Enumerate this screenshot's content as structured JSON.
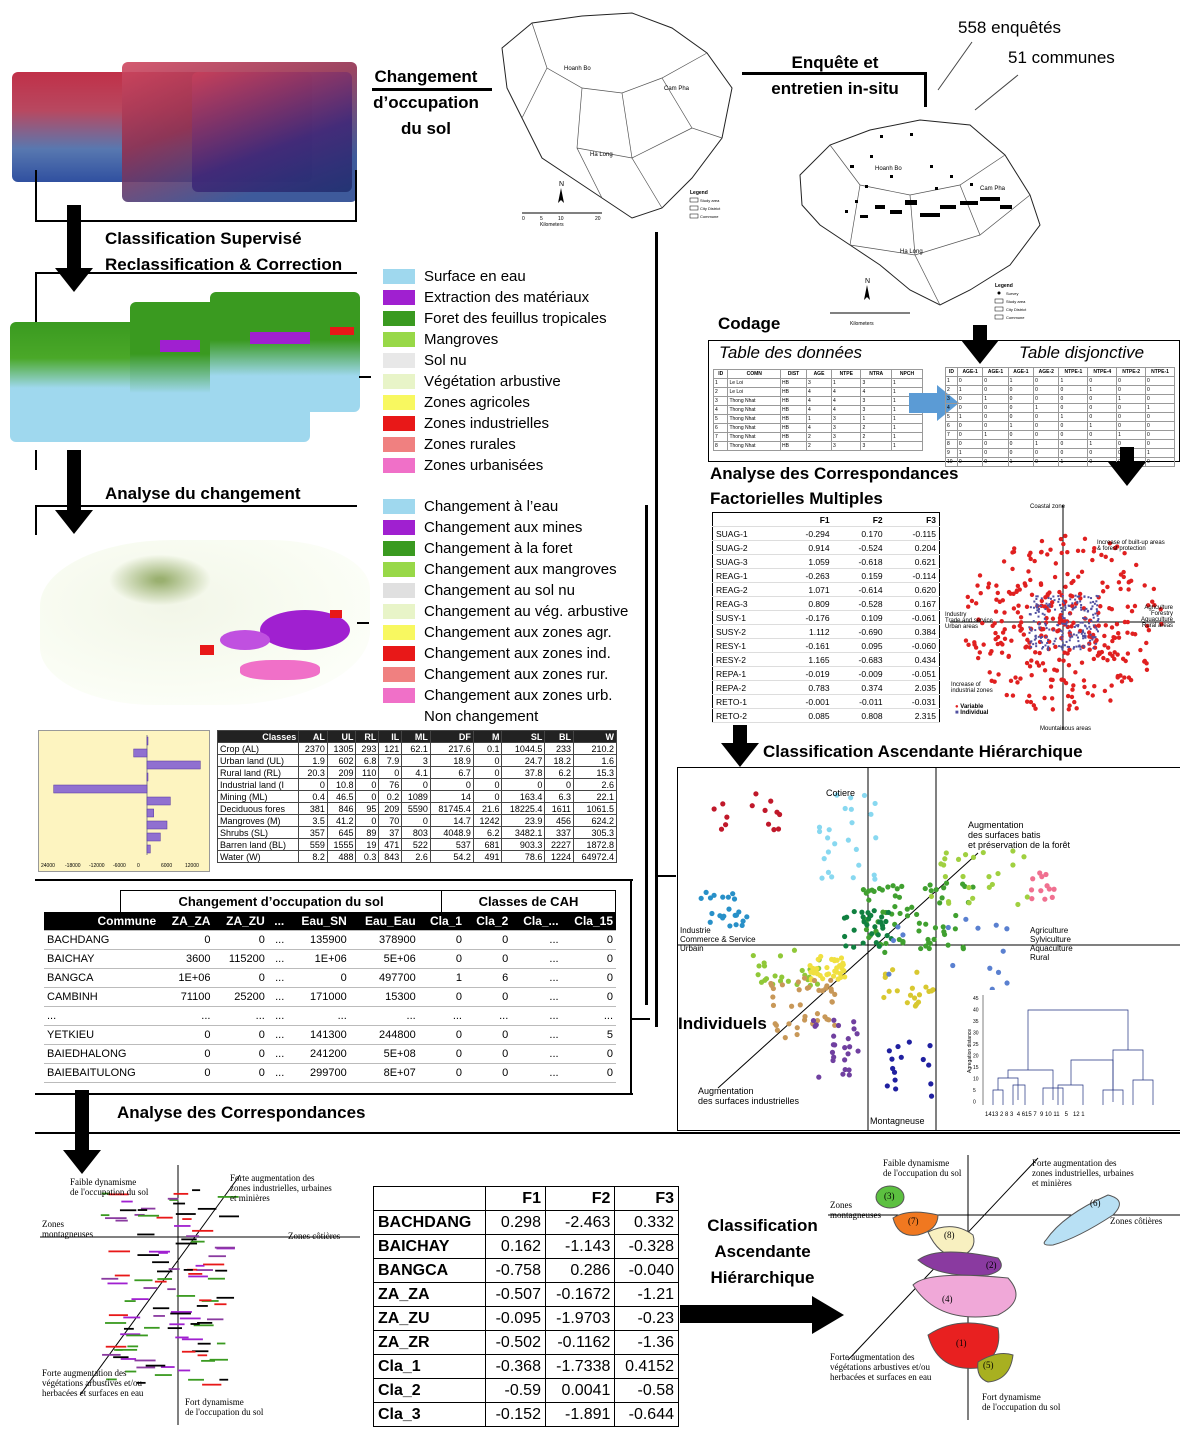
{
  "headings": {
    "changement": [
      "Changement",
      "d’occupation",
      "du sol"
    ],
    "enquete": [
      "Enquête et",
      "entretien in-situ"
    ],
    "stats": [
      "558 enquêtés",
      "51 communes"
    ],
    "classification": [
      "Classification Supervisé",
      "Reclassification & Correction"
    ],
    "analyse_changement": "Analyse du changement",
    "codage": "Codage",
    "table_donnees": "Table des données",
    "table_disjonctive": "Table disjonctive",
    "afcm": [
      "Analyse des Correspondances",
      "Factorielles Multiples"
    ],
    "cah": "Classification Ascendante Hiérarchique",
    "analyse_corresp": "Analyse des Correspondances",
    "cah_bottom": [
      "Classification",
      "Ascendante",
      "Hiérarchique"
    ],
    "individuels": "Individuels"
  },
  "map_labels": {
    "hoanh_bo": "Hoanh Bo",
    "cam_pha": "Cam Pha",
    "ha_long": "Ha Long",
    "legend": "Legend",
    "study_area": "Study area",
    "city_district": "City District",
    "commune": "Commune",
    "survey": "Survey",
    "kilometers": "Kilometers",
    "north": "N",
    "scale": [
      "0",
      "5",
      "10",
      "20"
    ]
  },
  "legend1": [
    {
      "label": "Surface en eau",
      "color": "#9fd8ee"
    },
    {
      "label": "Extraction des matériaux",
      "color": "#a020d0"
    },
    {
      "label": "Foret des feuillus tropicales",
      "color": "#3a9a20"
    },
    {
      "label": "Mangroves",
      "color": "#98d848"
    },
    {
      "label": "Sol nu",
      "color": "#e8e8e8"
    },
    {
      "label": "Végétation arbustive",
      "color": "#e8f4c8"
    },
    {
      "label": "Zones agricoles",
      "color": "#f8f860"
    },
    {
      "label": "Zones industrielles",
      "color": "#e81818"
    },
    {
      "label": "Zones rurales",
      "color": "#f08080"
    },
    {
      "label": "Zones urbanisées",
      "color": "#f070c8"
    }
  ],
  "legend2": [
    {
      "label": "Changement  à l’eau",
      "color": "#9fd8ee"
    },
    {
      "label": "Changement aux mines",
      "color": "#a020d0"
    },
    {
      "label": "Changement  à la foret",
      "color": "#3a9a20"
    },
    {
      "label": "Changement aux mangroves",
      "color": "#98d848"
    },
    {
      "label": "Changement  au sol nu",
      "color": "#e0e0e0"
    },
    {
      "label": "Changement  au vég. arbustive",
      "color": "#e8f4c8"
    },
    {
      "label": "Changement aux zones agr.",
      "color": "#f8f860"
    },
    {
      "label": "Changement aux zones ind.",
      "color": "#e81818"
    },
    {
      "label": "Changement aux zones rur.",
      "color": "#f08080"
    },
    {
      "label": "Changement aux zones urb.",
      "color": "#f070c8"
    },
    {
      "label": "Non changement",
      "color": ""
    }
  ],
  "bar_chart": {
    "values": [
      0,
      -4000,
      16000,
      0,
      -28000,
      7000,
      2000,
      6000,
      4000,
      1000
    ],
    "ticks": [
      "24000",
      "-18000",
      "-12000",
      "-6000",
      "0",
      "6000",
      "12000"
    ]
  },
  "class_table": {
    "headers": [
      "Classes",
      "AL",
      "UL",
      "RL",
      "IL",
      "ML",
      "DF",
      "M",
      "SL",
      "BL",
      "W"
    ],
    "rows": [
      [
        "Crop (AL)",
        "2370",
        "1305",
        "293",
        "121",
        "62.1",
        "217.6",
        "0.1",
        "1044.5",
        "233",
        "210.2"
      ],
      [
        "Urban land (UL)",
        "1.9",
        "602",
        "6.8",
        "7.9",
        "3",
        "18.9",
        "0",
        "24.7",
        "18.2",
        "1.6"
      ],
      [
        "Rural land (RL)",
        "20.3",
        "209",
        "110",
        "0",
        "4.1",
        "6.7",
        "0",
        "37.8",
        "6.2",
        "15.3"
      ],
      [
        "Industrial land (I",
        "0",
        "10.8",
        "0",
        "76",
        "0",
        "0",
        "0",
        "0",
        "0",
        "2.6"
      ],
      [
        "Mining (ML)",
        "0.4",
        "46.5",
        "0",
        "0.2",
        "1089",
        "14",
        "0",
        "163.4",
        "6.3",
        "22.1"
      ],
      [
        "Deciduous fores",
        "381",
        "846",
        "95",
        "209",
        "5590",
        "81745.4",
        "21.6",
        "18225.4",
        "1611",
        "1061.5"
      ],
      [
        "Mangroves (M)",
        "3.5",
        "41.2",
        "0",
        "70",
        "0",
        "14.7",
        "1242",
        "23.9",
        "456",
        "624.2"
      ],
      [
        "Shrubs (SL)",
        "357",
        "645",
        "89",
        "37",
        "803",
        "4048.9",
        "6.2",
        "3482.1",
        "337",
        "305.3"
      ],
      [
        "Barren land (BL)",
        "559",
        "1555",
        "19",
        "471",
        "522",
        "537",
        "681",
        "903.3",
        "2227",
        "1872.8"
      ],
      [
        "Water (W)",
        "8.2",
        "488",
        "0.3",
        "843",
        "2.6",
        "54.2",
        "491",
        "78.6",
        "1224",
        "64972.4"
      ]
    ]
  },
  "big_table": {
    "group1": "Changement d’occupation du sol",
    "group2": "Classes de CAH",
    "headers": [
      "Commune",
      "ZA_ZA",
      "ZA_ZU",
      "...",
      "Eau_SN",
      "Eau_Eau",
      "Cla_1",
      "Cla_2",
      "Cla_...",
      "Cla_15"
    ],
    "rows": [
      [
        "BACHDANG",
        "0",
        "0",
        "...",
        "135900",
        "378900",
        "0",
        "0",
        "...",
        "0"
      ],
      [
        "BAICHAY",
        "3600",
        "115200",
        "...",
        "1E+06",
        "5E+06",
        "0",
        "0",
        "...",
        "0"
      ],
      [
        "BANGCA",
        "1E+06",
        "0",
        "...",
        "0",
        "497700",
        "1",
        "6",
        "...",
        "0"
      ],
      [
        "CAMBINH",
        "71100",
        "25200",
        "...",
        "171000",
        "15300",
        "0",
        "0",
        "...",
        "0"
      ],
      [
        "...",
        "...",
        "...",
        "...",
        "...",
        "...",
        "...",
        "...",
        "...",
        "..."
      ],
      [
        "YETKIEU",
        "0",
        "0",
        "...",
        "141300",
        "244800",
        "0",
        "0",
        "...",
        "5"
      ],
      [
        "BAIEDHALONG",
        "0",
        "0",
        "...",
        "241200",
        "5E+08",
        "0",
        "0",
        "...",
        "0"
      ],
      [
        "BAIEBAITULONG",
        "0",
        "0",
        "...",
        "299700",
        "8E+07",
        "0",
        "0",
        "...",
        "0"
      ]
    ]
  },
  "f_table": {
    "headers": [
      "",
      "F1",
      "F2",
      "F3"
    ],
    "rows": [
      [
        "BACHDANG",
        "0.298",
        "-2.463",
        "0.332"
      ],
      [
        "BAICHAY",
        "0.162",
        "-1.143",
        "-0.328"
      ],
      [
        "BANGCA",
        "-0.758",
        "0.286",
        "-0.040"
      ],
      [
        "ZA_ZA",
        "-0.507",
        "-0.1672",
        "-1.21"
      ],
      [
        "ZA_ZU",
        "-0.095",
        "-1.9703",
        "-0.23"
      ],
      [
        "ZA_ZR",
        "-0.502",
        "-0.1162",
        "-1.36"
      ],
      [
        "Cla_1",
        "-0.368",
        "-1.7338",
        "0.4152"
      ],
      [
        "Cla_2",
        "-0.59",
        "0.0041",
        "-0.58"
      ],
      [
        "Cla_3",
        "-0.152",
        "-1.891",
        "-0.644"
      ]
    ]
  },
  "afcm_table": {
    "headers": [
      "",
      "F1",
      "F2",
      "F3"
    ],
    "rows": [
      [
        "SUAG-1",
        "-0.294",
        "0.170",
        "-0.115"
      ],
      [
        "SUAG-2",
        "0.914",
        "-0.524",
        "0.204"
      ],
      [
        "SUAG-3",
        "1.059",
        "-0.618",
        "0.621"
      ],
      [
        "REAG-1",
        "-0.263",
        "0.159",
        "-0.114"
      ],
      [
        "REAG-2",
        "1.071",
        "-0.614",
        "0.620"
      ],
      [
        "REAG-3",
        "0.809",
        "-0.528",
        "0.167"
      ],
      [
        "SUSY-1",
        "-0.176",
        "0.109",
        "-0.061"
      ],
      [
        "SUSY-2",
        "1.112",
        "-0.690",
        "0.384"
      ],
      [
        "RESY-1",
        "-0.161",
        "0.095",
        "-0.060"
      ],
      [
        "RESY-2",
        "1.165",
        "-0.683",
        "0.434"
      ],
      [
        "REPA-1",
        "-0.019",
        "-0.009",
        "-0.051"
      ],
      [
        "REPA-2",
        "0.783",
        "0.374",
        "2.035"
      ],
      [
        "RETO-1",
        "-0.001",
        "-0.011",
        "-0.031"
      ],
      [
        "RETO-2",
        "0.085",
        "0.808",
        "2.315"
      ]
    ]
  },
  "data_table": {
    "headers": [
      "ID",
      "COMN",
      "DIST",
      "AGE",
      "NTPE",
      "NTRA",
      "NPCH"
    ],
    "rows": [
      [
        "1",
        "Le Loi",
        "HB",
        "3",
        "1",
        "3",
        "1"
      ],
      [
        "2",
        "Le Loi",
        "HB",
        "4",
        "4",
        "4",
        "1"
      ],
      [
        "3",
        "Thong Nhat",
        "HB",
        "4",
        "4",
        "3",
        "1"
      ],
      [
        "4",
        "Thong Nhat",
        "HB",
        "4",
        "4",
        "3",
        "1"
      ],
      [
        "5",
        "Thong Nhat",
        "HB",
        "1",
        "3",
        "1",
        "1"
      ],
      [
        "6",
        "Thong Nhat",
        "HB",
        "4",
        "3",
        "2",
        "1"
      ],
      [
        "7",
        "Thong Nhat",
        "HB",
        "2",
        "3",
        "2",
        "1"
      ],
      [
        "8",
        "Thong Nhat",
        "HB",
        "2",
        "3",
        "3",
        "1"
      ]
    ]
  },
  "disj_table": {
    "headers": [
      "ID",
      "AGE-1",
      "AGE-1",
      "AGE-1",
      "AGE-2",
      "NTPE-1",
      "NTPE-4",
      "NTPE-2",
      "NTPE-1"
    ],
    "rows": [
      [
        "1",
        "0",
        "0",
        "1",
        "0",
        "1",
        "0",
        "0",
        "0"
      ],
      [
        "2",
        "1",
        "0",
        "0",
        "0",
        "0",
        "1",
        "0",
        "0"
      ],
      [
        "3",
        "0",
        "1",
        "0",
        "0",
        "0",
        "0",
        "1",
        "0"
      ],
      [
        "4",
        "0",
        "0",
        "0",
        "1",
        "0",
        "0",
        "0",
        "1"
      ],
      [
        "5",
        "1",
        "0",
        "0",
        "0",
        "1",
        "0",
        "0",
        "0"
      ],
      [
        "6",
        "0",
        "0",
        "1",
        "0",
        "0",
        "1",
        "0",
        "0"
      ],
      [
        "7",
        "0",
        "1",
        "0",
        "0",
        "0",
        "0",
        "1",
        "0"
      ],
      [
        "8",
        "0",
        "0",
        "0",
        "1",
        "0",
        "1",
        "0",
        "0"
      ],
      [
        "9",
        "1",
        "0",
        "0",
        "0",
        "0",
        "0",
        "0",
        "1"
      ],
      [
        "10",
        "0",
        "0",
        "1",
        "0",
        "1",
        "0",
        "0",
        "0"
      ]
    ]
  },
  "afcm_plot": {
    "coastal": "Coastal zone",
    "increase": [
      "Increase of built-up areas",
      "& forest protection"
    ],
    "agri": [
      "Agriculture",
      "Forestry",
      "Aquaculture",
      "Rural areas"
    ],
    "industry": [
      "Industry",
      "Trade and service",
      "Urban areas"
    ],
    "increase_ind": [
      "Increase of",
      "industrial zones"
    ],
    "variable": "Variable",
    "individual": "Individual",
    "mountainous": "Mountainous areas"
  },
  "cah_plot": {
    "cotiere": "Cotiere",
    "augmentation1": [
      "Augmentation",
      "des surfaces batis",
      "et préservation de la forêt"
    ],
    "industrie": [
      "Industrie",
      "Commerce & Service",
      "Urbain"
    ],
    "agriculture": [
      "Agriculture",
      "Sylviculture",
      "Aquaculture",
      "Rural"
    ],
    "augmentation2": [
      "Augmentation",
      "des surfaces industrielles"
    ],
    "montagneuse": "Montagneuse",
    "dendro_ylabel": "Agregation distance",
    "dendro_yticks": [
      "45",
      "40",
      "35",
      "30",
      "25",
      "20",
      "15",
      "10",
      "5",
      "0"
    ],
    "dendro_xlabels": "1413 2 8 3  4 615 7  9 10 11   5   12 1"
  },
  "ac_plot": {
    "faible": [
      "Faible dynamisme",
      "de l'occupation du sol"
    ],
    "forte_aug": [
      "Forte augmentation des",
      "zones industrielles, urbaines",
      "et minières"
    ],
    "zones_mont": [
      "Zones",
      "montagneuses"
    ],
    "zones_cot": "Zones côtières",
    "forte_veg": [
      "Forte augmentation des",
      "végétations arbustives et/ou",
      "herbacées et surfaces en eau"
    ],
    "fort_dyn": [
      "Fort dynamisme",
      "de l'occupation du sol"
    ]
  },
  "cluster_plot": {
    "faible": [
      "Faible dynamisme",
      "de l'occupation du sol"
    ],
    "forte_aug": [
      "Forte augmentation des",
      "zones industrielles, urbaines",
      "et minières"
    ],
    "zones_mont": [
      "Zones",
      "montagneuses"
    ],
    "zones_cot": "Zones côtières",
    "forte_veg": [
      "Forte augmentation des",
      "végétations arbustives et/ou",
      "herbacées et surfaces en eau"
    ],
    "fort_dyn": [
      "Fort dynamisme",
      "de l'occupation du sol"
    ],
    "clusters": [
      {
        "label": "(1)",
        "color": "#e82020"
      },
      {
        "label": "(2)",
        "color": "#8a3aa0"
      },
      {
        "label": "(3)",
        "color": "#5cc040"
      },
      {
        "label": "(4)",
        "color": "#f0a8d8"
      },
      {
        "label": "(5)",
        "color": "#a8b020"
      },
      {
        "label": "(6)",
        "color": "#b8e0f4"
      },
      {
        "label": "(7)",
        "color": "#f07820"
      },
      {
        "label": "(8)",
        "color": "#f8f0c0"
      }
    ]
  }
}
